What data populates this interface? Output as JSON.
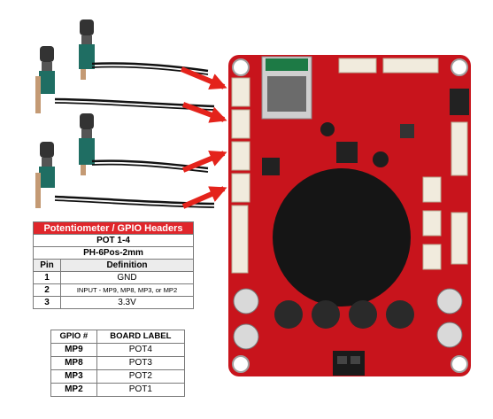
{
  "pot_table": {
    "header": "Potentiometer / GPIO Headers",
    "subtitle1": "POT 1-4",
    "subtitle2": "PH-6Pos-2mm",
    "col_pin": "Pin",
    "col_definition": "Definition",
    "rows": [
      {
        "pin": "1",
        "definition": "GND"
      },
      {
        "pin": "2",
        "definition": "INPUT - MP9, MP8, MP3, or MP2"
      },
      {
        "pin": "3",
        "definition": "3.3V"
      }
    ]
  },
  "gpio_table": {
    "col_gpio": "GPIO #",
    "col_label": "BOARD LABEL",
    "rows": [
      {
        "gpio": "MP9",
        "label": "POT4"
      },
      {
        "gpio": "MP8",
        "label": "POT3"
      },
      {
        "gpio": "MP3",
        "label": "POT2"
      },
      {
        "gpio": "MP2",
        "label": "POT1"
      }
    ]
  },
  "colors": {
    "board_red": "#c8141c",
    "header_red": "#e0262b",
    "arrow_red": "#e4231b"
  }
}
